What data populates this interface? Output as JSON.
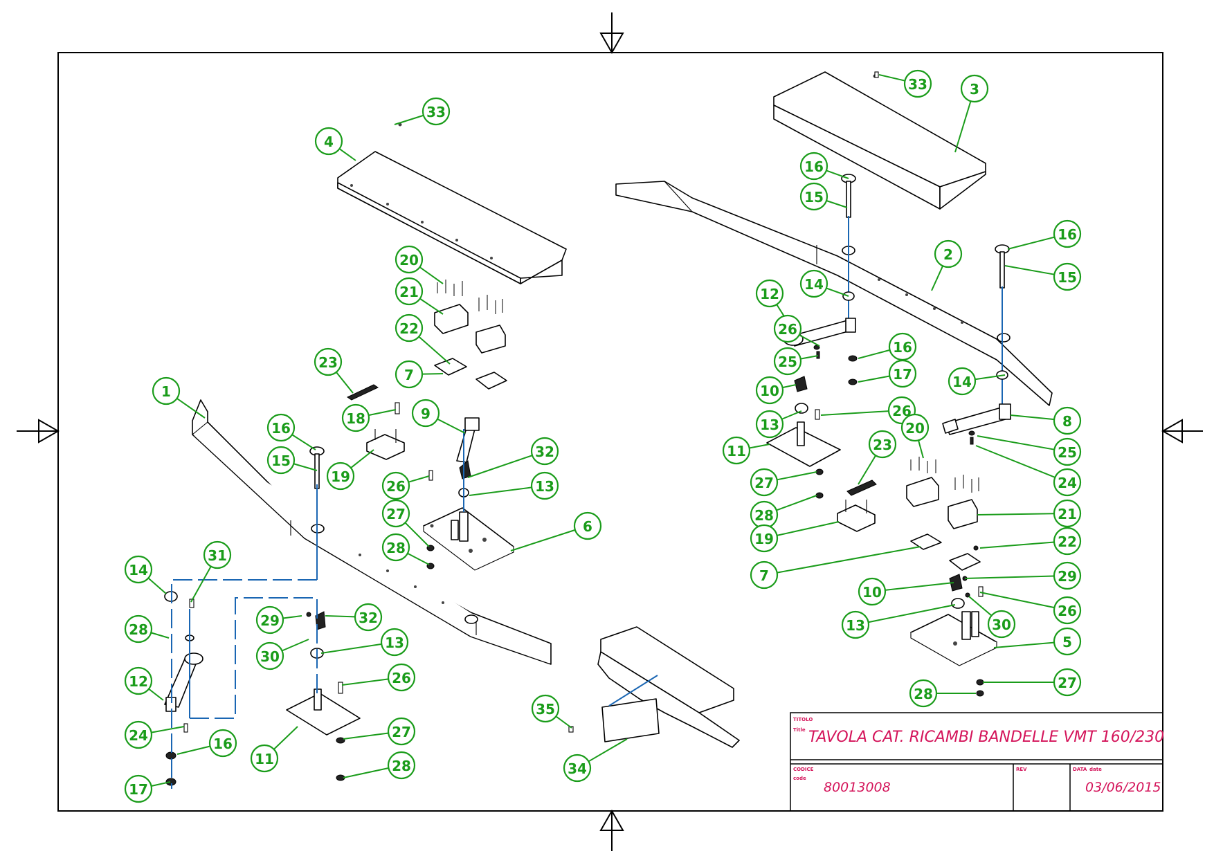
{
  "title_block": {
    "title_label_it": "TITOLO",
    "title_label_en": "Title",
    "title": "TAVOLA CAT. RICAMBI BANDELLE VMT 160/230",
    "code_label_it": "CODICE",
    "code_label_en": "code",
    "code": "80013008",
    "rev_label": "REV",
    "date_label_it": "DATA",
    "date_label_en": "date",
    "date": "03/06/2015"
  },
  "callouts": [
    {
      "label": "1"
    },
    {
      "label": "33"
    },
    {
      "label": "4"
    },
    {
      "label": "20"
    },
    {
      "label": "21"
    },
    {
      "label": "22"
    },
    {
      "label": "7"
    },
    {
      "label": "23"
    },
    {
      "label": "18"
    },
    {
      "label": "9"
    },
    {
      "label": "16"
    },
    {
      "label": "15"
    },
    {
      "label": "19"
    },
    {
      "label": "26"
    },
    {
      "label": "32"
    },
    {
      "label": "13"
    },
    {
      "label": "27"
    },
    {
      "label": "6"
    },
    {
      "label": "28"
    },
    {
      "label": "14"
    },
    {
      "label": "31"
    },
    {
      "label": "28"
    },
    {
      "label": "29"
    },
    {
      "label": "32"
    },
    {
      "label": "30"
    },
    {
      "label": "13"
    },
    {
      "label": "12"
    },
    {
      "label": "26"
    },
    {
      "label": "24"
    },
    {
      "label": "16"
    },
    {
      "label": "11"
    },
    {
      "label": "27"
    },
    {
      "label": "17"
    },
    {
      "label": "28"
    },
    {
      "label": "35"
    },
    {
      "label": "34"
    },
    {
      "label": "33"
    },
    {
      "label": "3"
    },
    {
      "label": "16"
    },
    {
      "label": "15"
    },
    {
      "label": "2"
    },
    {
      "label": "16"
    },
    {
      "label": "15"
    },
    {
      "label": "14"
    },
    {
      "label": "12"
    },
    {
      "label": "26"
    },
    {
      "label": "16"
    },
    {
      "label": "25"
    },
    {
      "label": "17"
    },
    {
      "label": "10"
    },
    {
      "label": "14"
    },
    {
      "label": "13"
    },
    {
      "label": "26"
    },
    {
      "label": "8"
    },
    {
      "label": "11"
    },
    {
      "label": "20"
    },
    {
      "label": "23"
    },
    {
      "label": "25"
    },
    {
      "label": "27"
    },
    {
      "label": "24"
    },
    {
      "label": "28"
    },
    {
      "label": "21"
    },
    {
      "label": "19"
    },
    {
      "label": "22"
    },
    {
      "label": "7"
    },
    {
      "label": "29"
    },
    {
      "label": "10"
    },
    {
      "label": "26"
    },
    {
      "label": "13"
    },
    {
      "label": "30"
    },
    {
      "label": "5"
    },
    {
      "label": "27"
    },
    {
      "label": "28"
    }
  ]
}
